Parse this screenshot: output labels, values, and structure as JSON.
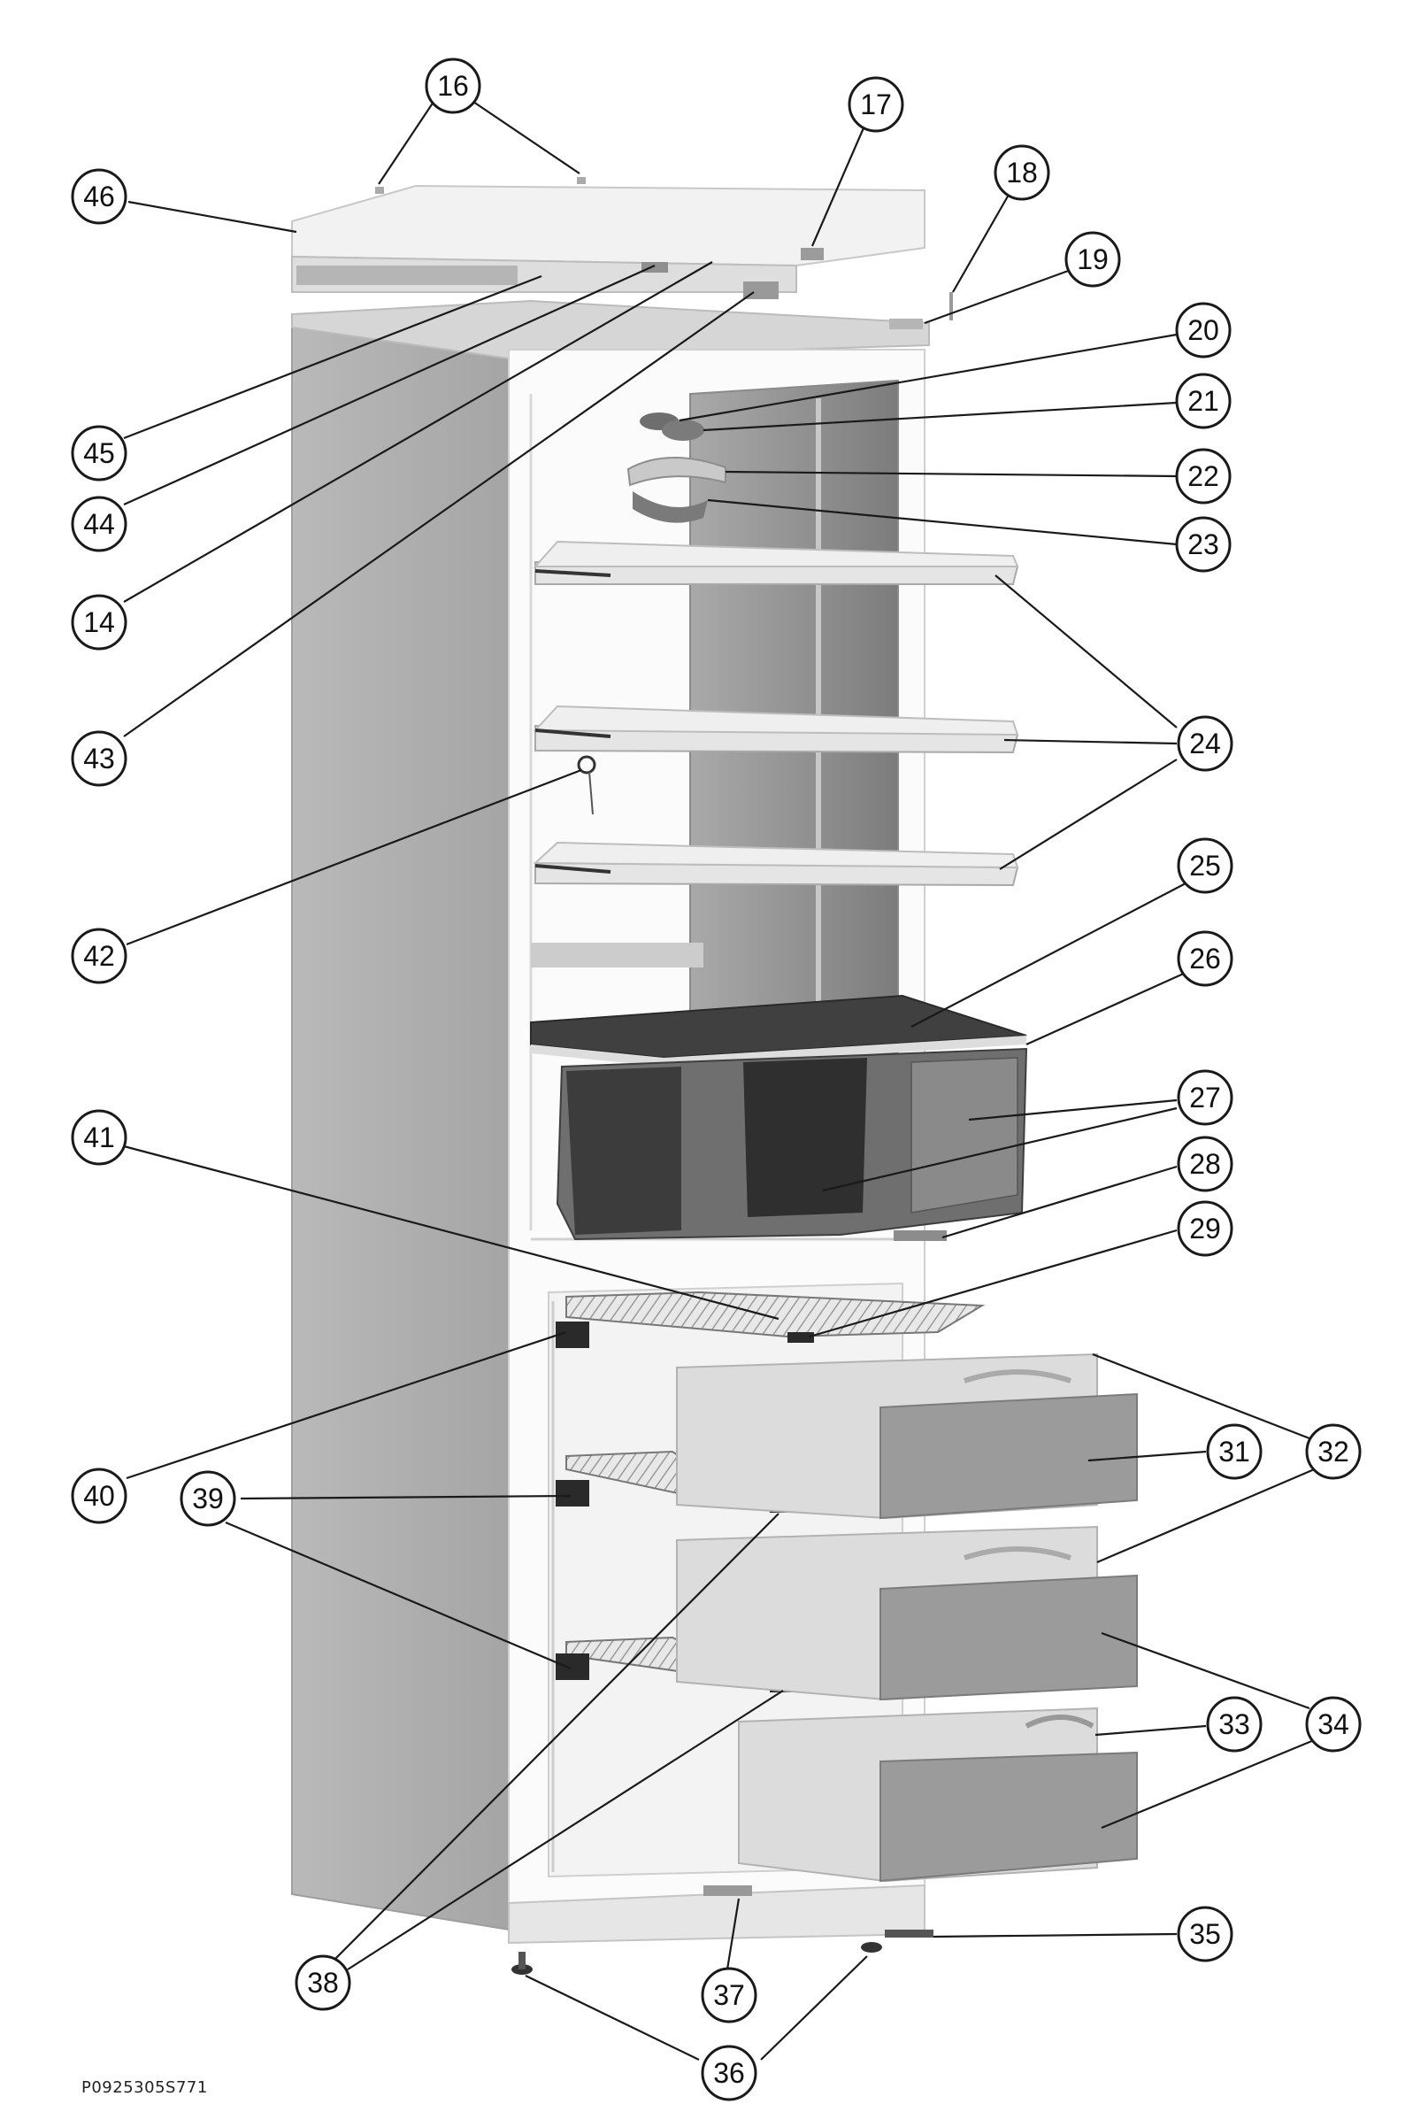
{
  "diagram": {
    "reference_code": "P0925305S771",
    "callouts": [
      {
        "id": "c16",
        "label": "16"
      },
      {
        "id": "c17",
        "label": "17"
      },
      {
        "id": "c18",
        "label": "18"
      },
      {
        "id": "c19",
        "label": "19"
      },
      {
        "id": "c20",
        "label": "20"
      },
      {
        "id": "c21",
        "label": "21"
      },
      {
        "id": "c22",
        "label": "22"
      },
      {
        "id": "c23",
        "label": "23"
      },
      {
        "id": "c24",
        "label": "24"
      },
      {
        "id": "c25",
        "label": "25"
      },
      {
        "id": "c26",
        "label": "26"
      },
      {
        "id": "c27",
        "label": "27"
      },
      {
        "id": "c28",
        "label": "28"
      },
      {
        "id": "c29",
        "label": "29"
      },
      {
        "id": "c31",
        "label": "31"
      },
      {
        "id": "c32",
        "label": "32"
      },
      {
        "id": "c33",
        "label": "33"
      },
      {
        "id": "c34",
        "label": "34"
      },
      {
        "id": "c35",
        "label": "35"
      },
      {
        "id": "c36",
        "label": "36"
      },
      {
        "id": "c37",
        "label": "37"
      },
      {
        "id": "c38",
        "label": "38"
      },
      {
        "id": "c39",
        "label": "39"
      },
      {
        "id": "c40",
        "label": "40"
      },
      {
        "id": "c41",
        "label": "41"
      },
      {
        "id": "c42",
        "label": "42"
      },
      {
        "id": "c43",
        "label": "43"
      },
      {
        "id": "c14",
        "label": "14"
      },
      {
        "id": "c44",
        "label": "44"
      },
      {
        "id": "c45",
        "label": "45"
      },
      {
        "id": "c46",
        "label": "46"
      }
    ]
  }
}
